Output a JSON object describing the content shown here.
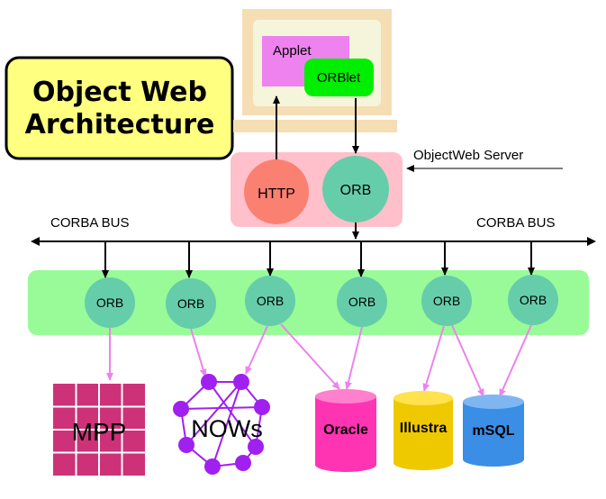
{
  "title": {
    "line1": "Object Web",
    "line2": "Architecture"
  },
  "client": {
    "applet_label": "Applet",
    "orblet_label": "ORBlet"
  },
  "server": {
    "caption": "ObjectWeb Server",
    "http_label": "HTTP",
    "orb_label": "ORB"
  },
  "bus": {
    "left_label": "CORBA BUS",
    "right_label": "CORBA BUS"
  },
  "orb_row": {
    "nodes": [
      "ORB",
      "ORB",
      "ORB",
      "ORB",
      "ORB",
      "ORB"
    ]
  },
  "backends": {
    "mpp_label": "MPP",
    "nows_label": "NOWs",
    "oracle_label": "Oracle",
    "illustra_label": "Illustra",
    "msql_label": "mSQL"
  },
  "colors": {
    "title_fill": "#ffff80",
    "monitor_frame": "#f5deb3",
    "screen": "#f5f5dc",
    "applet": "#ee82ee",
    "orblet": "#00ee00",
    "server_box": "#ffc0cb",
    "http": "#fa8072",
    "orb": "#66cdaa",
    "orb_band": "#98fb98",
    "mpp": "#cd3278",
    "nows": "#a020f0",
    "pink_link": "#ee82ee",
    "oracle": "#ff34b3",
    "illustra": "#eec900",
    "msql": "#3a8ee6"
  }
}
